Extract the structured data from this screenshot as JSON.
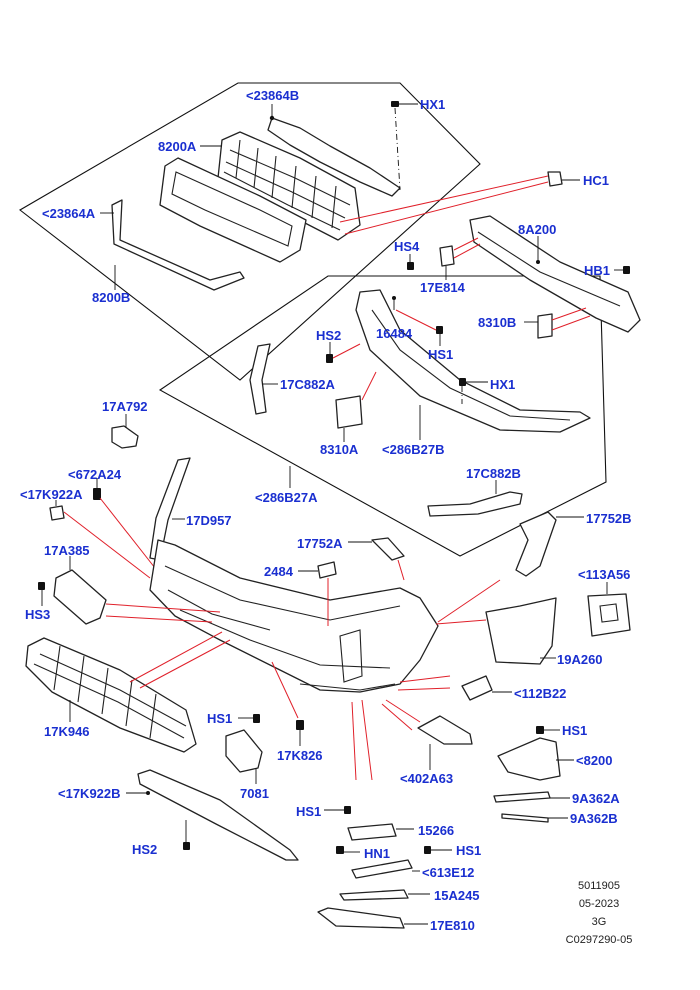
{
  "title": "",
  "colors": {
    "label": "#1a2fd0",
    "line": "#111111",
    "callout": "#e0202a"
  },
  "labels": {
    "p23864B_top": "<23864B",
    "hx1_top": "HX1",
    "p8200A": "8200A",
    "hc1": "HC1",
    "p23864A": "<23864A",
    "p8A200": "8A200",
    "hs4": "HS4",
    "hb1": "HB1",
    "p17E814": "17E814",
    "p8200B": "8200B",
    "p8310B": "8310B",
    "hs2_mid": "HS2",
    "p16484": "16484",
    "hs1_mid": "HS1",
    "p17C882A": "17C882A",
    "hx1_mid": "HX1",
    "p17A792": "17A792",
    "p8310A": "8310A",
    "p286B27B": "<286B27B",
    "p672A24": "<672A24",
    "p17C882B": "17C882B",
    "p17K922A": "<17K922A",
    "p286B27A": "<286B27A",
    "p17D957": "17D957",
    "p17752B": "17752B",
    "p17A385": "17A385",
    "p17752A": "17752A",
    "p2484": "2484",
    "p113A56": "<113A56",
    "hs3": "HS3",
    "p19A260": "19A260",
    "p112B22": "<112B22",
    "p17K946": "17K946",
    "hs1_low": "HS1",
    "p17K826": "17K826",
    "hs1_right": "HS1",
    "p8200": "<8200",
    "p402A63": "<402A63",
    "p7081": "7081",
    "p17K922B": "<17K922B",
    "p9A362A": "9A362A",
    "p9A362B": "9A362B",
    "hs1_bottom": "HS1",
    "p15266": "15266",
    "hs2_bottom": "HS2",
    "hn1": "HN1",
    "hs1_bottom2": "HS1",
    "p613E12": "<613E12",
    "p15A245": "15A245",
    "p17E810": "17E810"
  },
  "reference": {
    "line1": "5011905",
    "line2": "05-2023",
    "line3": "3G",
    "line4": "C0297290-05"
  }
}
